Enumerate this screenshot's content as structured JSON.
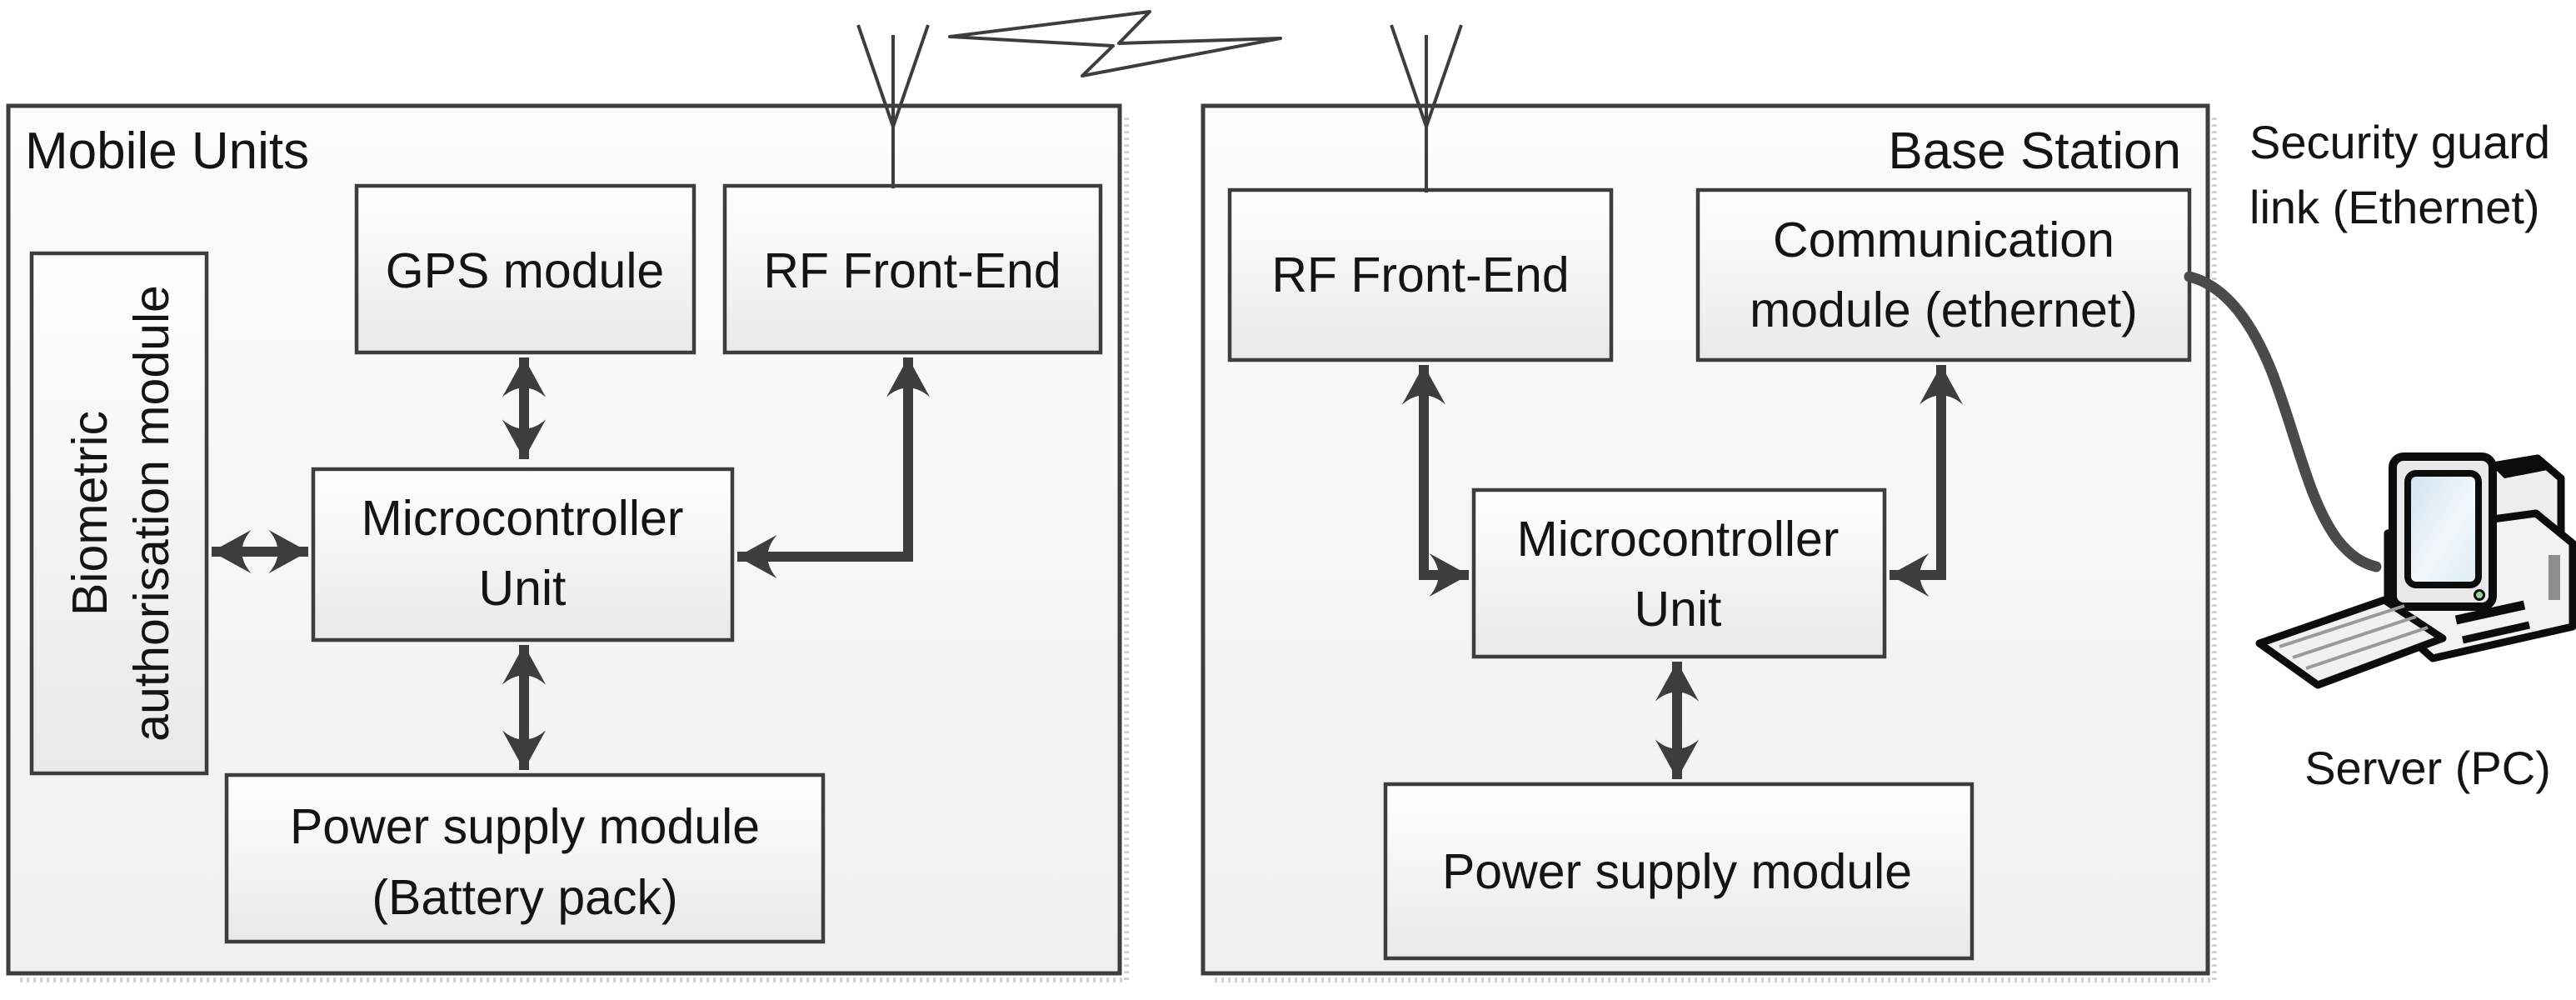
{
  "colors": {
    "border": "#3d3d3d",
    "arrow": "#3d3d3d",
    "text": "#141414",
    "shadow": "#d2d2d2",
    "cable": "#4a4a4a",
    "box_fill_top": "#ffffff",
    "box_fill_bottom": "#eaeaea",
    "screen_fill": "#d6e5f2"
  },
  "mobile_units": {
    "title": "Mobile Units",
    "biometric": {
      "line1": "Biometric",
      "line2": "authorisation module"
    },
    "gps": {
      "label": "GPS module"
    },
    "rf": {
      "label": "RF Front-End"
    },
    "microcontroller": {
      "line1": "Microcontroller",
      "line2": "Unit"
    },
    "power": {
      "line1": "Power supply module",
      "line2": "(Battery pack)"
    }
  },
  "base_station": {
    "title": "Base Station",
    "rf": {
      "label": "RF Front-End"
    },
    "communication": {
      "line1": "Communication",
      "line2": "module (ethernet)"
    },
    "microcontroller": {
      "line1": "Microcontroller",
      "line2": "Unit"
    },
    "power": {
      "label": "Power supply module"
    }
  },
  "annotations": {
    "security_link_line1": "Security guard",
    "security_link_line2": "link (Ethernet)",
    "server_label": "Server (PC)"
  },
  "icons": {
    "antenna_mobile": "antenna-icon",
    "antenna_base": "antenna-icon",
    "lightning": "lightning-bolt-icon",
    "ethernet_cable": "cable-curve-icon",
    "server": "desktop-pc-icon"
  }
}
